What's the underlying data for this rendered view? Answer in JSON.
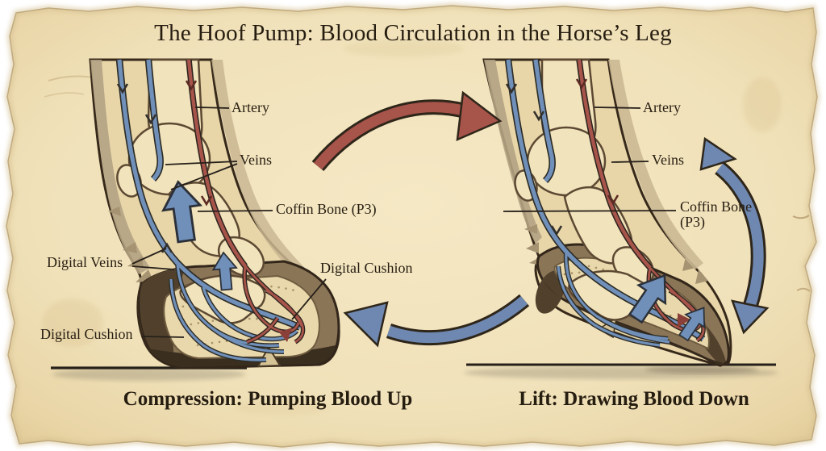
{
  "title": "The Hoof Pump: Blood Circulation in the Horse’s Leg",
  "left_figure": {
    "caption": "Compression: Pumping Blood Up",
    "labels": {
      "artery": "Artery",
      "veins": "Veins",
      "coffin_bone": "Coffin Bone (P3)",
      "digital_veins": "Digital Veins",
      "digital_cushion_inner": "Digital Cushion",
      "digital_cushion_outer": "Digital Cushion"
    }
  },
  "right_figure": {
    "caption": "Lift: Drawing Blood Down",
    "labels": {
      "artery": "Artery",
      "veins": "Veins",
      "coffin_bone": "Coffin Bone (P3)"
    }
  },
  "colors": {
    "parchment": "#f0e1b9",
    "ink": "#261d11",
    "artery_red": "#a7544a",
    "vein_blue": "#7090ba",
    "bone": "#f1e3bb",
    "hide": "#e8d6a9",
    "hoof_wall": "#8b7557"
  }
}
